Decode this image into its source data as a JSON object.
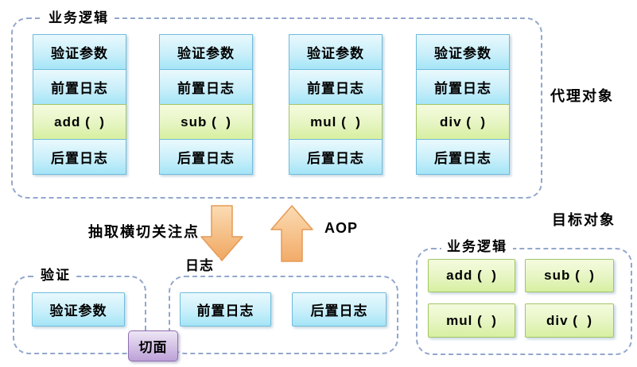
{
  "proxy": {
    "title": "业务逻辑",
    "side_label": "代理对象",
    "columns": [
      {
        "cells": [
          "验证参数",
          "前置日志",
          "add (  )",
          "后置日志"
        ]
      },
      {
        "cells": [
          "验证参数",
          "前置日志",
          "sub (  )",
          "后置日志"
        ]
      },
      {
        "cells": [
          "验证参数",
          "前置日志",
          "mul (  )",
          "后置日志"
        ]
      },
      {
        "cells": [
          "验证参数",
          "前置日志",
          "div (  )",
          "后置日志"
        ]
      }
    ]
  },
  "middle": {
    "extract_label": "抽取横切关注点",
    "aop_label": "AOP",
    "arrow_down_icon": "orange-down-arrow",
    "arrow_up_icon": "orange-up-arrow"
  },
  "validation": {
    "title": "验证",
    "cells": [
      "验证参数"
    ]
  },
  "log": {
    "title": "日志",
    "cells": [
      "前置日志",
      "后置日志"
    ]
  },
  "aspect_label": "切面",
  "target": {
    "side_label": "目标对象",
    "title": "业务逻辑",
    "cells": [
      "add (  )",
      "sub (  )",
      "mul (  )",
      "div (  )"
    ]
  },
  "colors": {
    "dashed_border": "#93a7cc",
    "blue_box_top": "#e9f9fd",
    "blue_box_bottom": "#a4e5f7",
    "blue_box_border": "#6fbcdd",
    "green_box_top": "#f5fbdf",
    "green_box_bottom": "#d7efa0",
    "green_box_border": "#a3c567",
    "purple_box_top": "#eee6f5",
    "purple_box_bottom": "#bda2d8",
    "purple_box_border": "#8f6fb0",
    "arrow_fill_top": "#fbdcb4",
    "arrow_fill_bottom": "#f0a660",
    "arrow_border": "#e59a55",
    "text": "#000000"
  }
}
